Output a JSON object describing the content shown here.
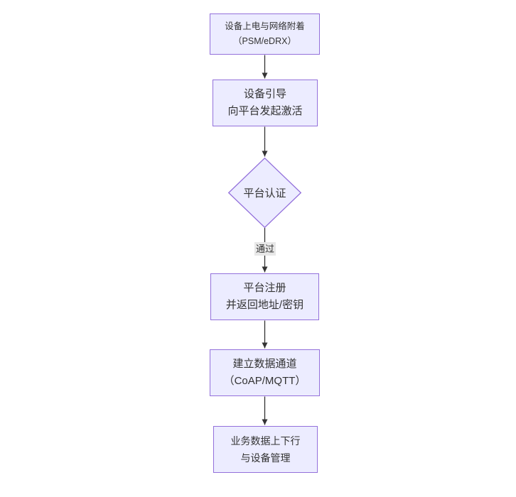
{
  "flow": {
    "nodes": {
      "power": {
        "line1": "设备上电与网络附着",
        "line2": "（PSM/eDRX）"
      },
      "bootstrap": {
        "line1": "设备引导",
        "line2": "向平台发起激活"
      },
      "auth": {
        "line1": "平台认证"
      },
      "register": {
        "line1": "平台注册",
        "line2": "并返回地址/密钥"
      },
      "channel": {
        "line1": "建立数据通道",
        "line2": "（CoAP/MQTT）"
      },
      "business": {
        "line1": "业务数据上下行",
        "line2": "与设备管理"
      }
    },
    "edge_labels": {
      "auth_pass": "通过"
    },
    "colors": {
      "canvas_bg": "#ffffff",
      "node_fill": "#ECECFF",
      "node_border": "#9370DB",
      "arrow_color": "#333333",
      "text_color": "#333333",
      "edge_label_bg": "#e8e8e8"
    }
  }
}
